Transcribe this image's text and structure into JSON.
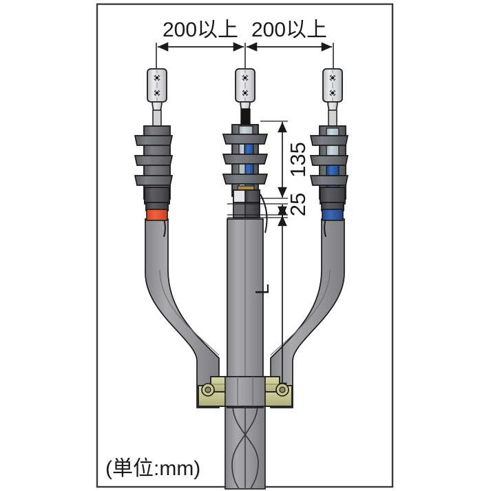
{
  "diagram": {
    "title": "cable-termination-assembly-diagram",
    "unit_note": "(単位:mm)",
    "frame": {
      "color": "#3a3a3a"
    },
    "dimensions": {
      "horizontal": [
        {
          "name": "left-span",
          "label": "200以上"
        },
        {
          "name": "right-span",
          "label": "200以上"
        }
      ],
      "vertical": [
        {
          "name": "upper-span",
          "label": "135"
        },
        {
          "name": "lower-span",
          "label": "25"
        },
        {
          "name": "overall-length",
          "label": "L"
        }
      ]
    },
    "phases": [
      {
        "name": "left-phase",
        "band_color": "#e8502a"
      },
      {
        "name": "center-phase",
        "band_color": "#b08a3a"
      },
      {
        "name": "right-phase",
        "band_color": "#2f5fb0"
      }
    ],
    "colors": {
      "line": "#1a1a1a",
      "cable_gray": "#9a9a9e",
      "body_gray": "#6f7176",
      "body_dark": "#4a4c50",
      "insulator_light": "#b9c4cc",
      "insulator_blue": "#2a5aa8",
      "clamp_brass": "#c9c896",
      "lug_fill": "#d8dadc"
    },
    "components": [
      {
        "name": "terminal-lug",
        "count": 3,
        "holes": 2
      },
      {
        "name": "stress-cone-insulator",
        "count": 3
      },
      {
        "name": "cable-clamp",
        "count": 1
      },
      {
        "name": "twisted-cable-bundle",
        "count": 1
      }
    ]
  }
}
